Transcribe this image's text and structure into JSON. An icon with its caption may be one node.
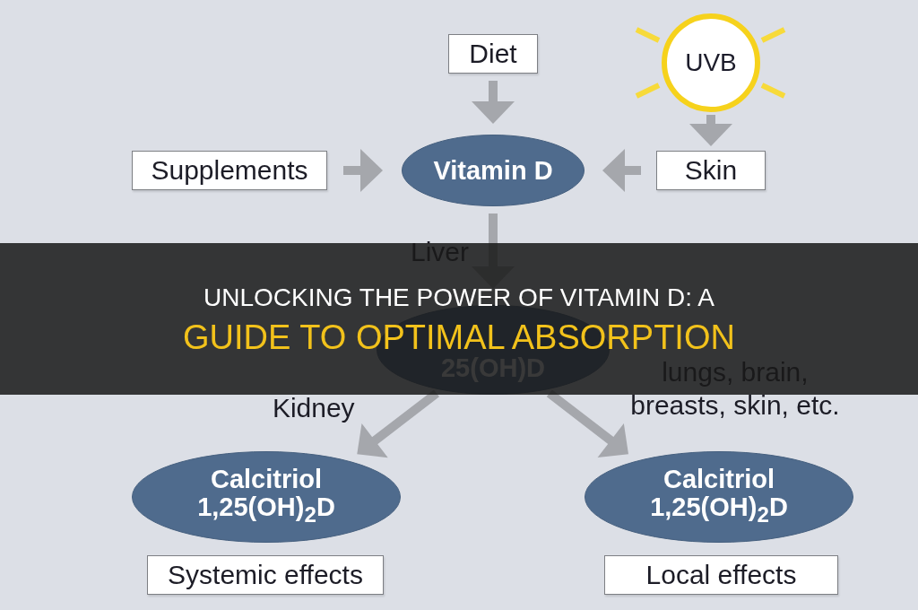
{
  "diagram": {
    "title": "UNLOCKING THE POWER OF VITAMIN D: A GUIDE TO OPTIMAL ABSORPTION",
    "nodes": [
      {
        "text": [
          "Diet"
        ]
      },
      {
        "text": [
          "UVB"
        ]
      },
      {
        "text": [
          "Supplements"
        ]
      },
      {
        "text": [
          "Vitamin D"
        ]
      },
      {
        "text": [
          "Skin"
        ]
      },
      {
        "text": [
          "25(OH)D"
        ]
      },
      {
        "text": [
          "Calcitriol",
          "1,25(OH)$_{2}$D"
        ]
      },
      {
        "text": [
          "Calcitriol",
          "1,25(OH)$_{2}$D"
        ]
      },
      {
        "text": [
          "Systemic effects"
        ]
      },
      {
        "text": [
          "Local effects"
        ]
      }
    ],
    "edges": [
      {
        "from": 0,
        "to": 3,
        "arrow": "to"
      },
      {
        "from": 2,
        "to": 3,
        "arrow": "to"
      },
      {
        "from": 1,
        "to": 4,
        "arrow": "to"
      },
      {
        "from": 4,
        "to": 3,
        "arrow": "to"
      },
      {
        "from": 3,
        "to": 5,
        "label": "Liver",
        "arrow": "to"
      },
      {
        "from": 5,
        "to": 6,
        "label": "Kidney",
        "arrow": "to"
      },
      {
        "from": 5,
        "to": 7,
        "label": "lungs, brain, breasts, skin, etc.",
        "arrow": "to"
      }
    ]
  }
}
